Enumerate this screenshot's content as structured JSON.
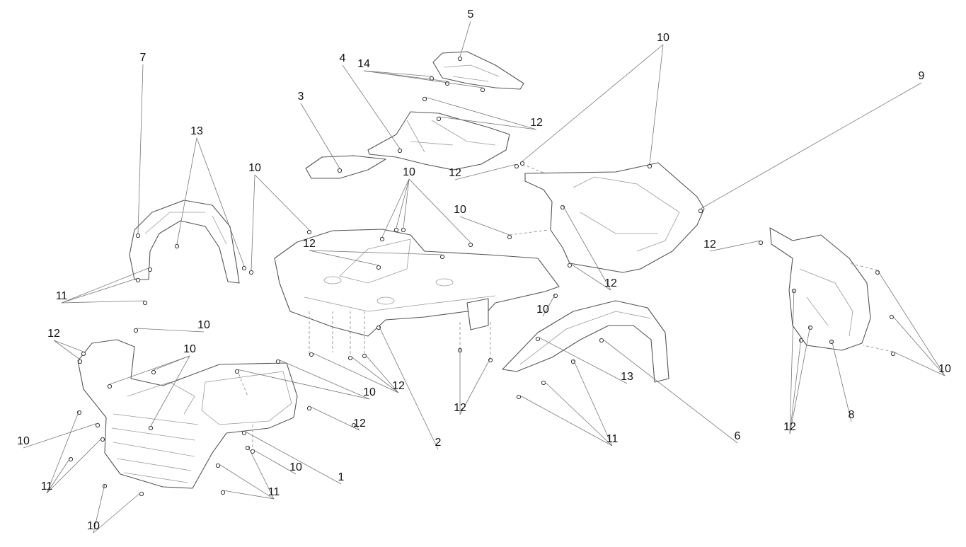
{
  "diagram": {
    "type": "exploded-parts-view",
    "line_color": "#555555",
    "callouts": [
      "5",
      "14",
      "4",
      "3",
      "7",
      "13",
      "12",
      "10",
      "9",
      "10",
      "10",
      "12",
      "10",
      "12",
      "12",
      "12",
      "11",
      "10",
      "10",
      "12",
      "10",
      "13",
      "10",
      "12",
      "10",
      "12",
      "12",
      "2",
      "8",
      "12",
      "6",
      "11",
      "10",
      "10",
      "1",
      "11",
      "11",
      "10"
    ]
  }
}
